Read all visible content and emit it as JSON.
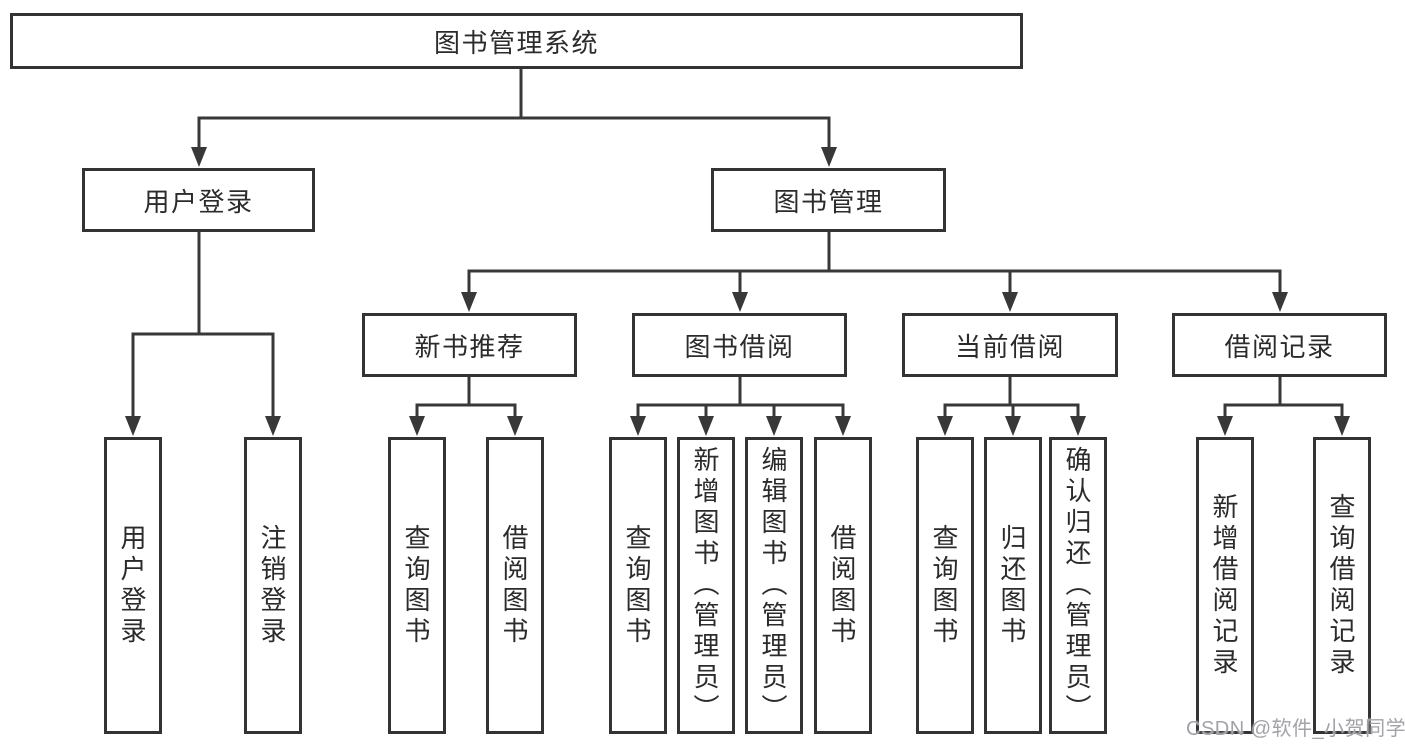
{
  "colors": {
    "background": "#ffffff",
    "box_border": "#333333",
    "connector_line": "#383838",
    "text": "#2b2b2b",
    "watermark": "#a2a2a8"
  },
  "diagram": {
    "root": "图书管理系统",
    "branches": [
      {
        "id": "user-login",
        "label": "用户登录",
        "children": [
          "用户登录",
          "注销登录"
        ]
      },
      {
        "id": "book-management",
        "label": "图书管理",
        "sections": [
          {
            "label": "新书推荐",
            "children": [
              "查询图书",
              "借阅图书"
            ]
          },
          {
            "label": "图书借阅",
            "children": [
              "查询图书",
              "新增图书（管理员）",
              "编辑图书（管理员）",
              "借阅图书"
            ]
          },
          {
            "label": "当前借阅",
            "children": [
              "查询图书",
              "归还图书",
              "确认归还（管理员）"
            ]
          },
          {
            "label": "借阅记录",
            "children": [
              "新增借阅记录",
              "查询借阅记录"
            ]
          }
        ]
      }
    ]
  },
  "watermark": {
    "text": "CSDN @软件_小贺同学"
  }
}
